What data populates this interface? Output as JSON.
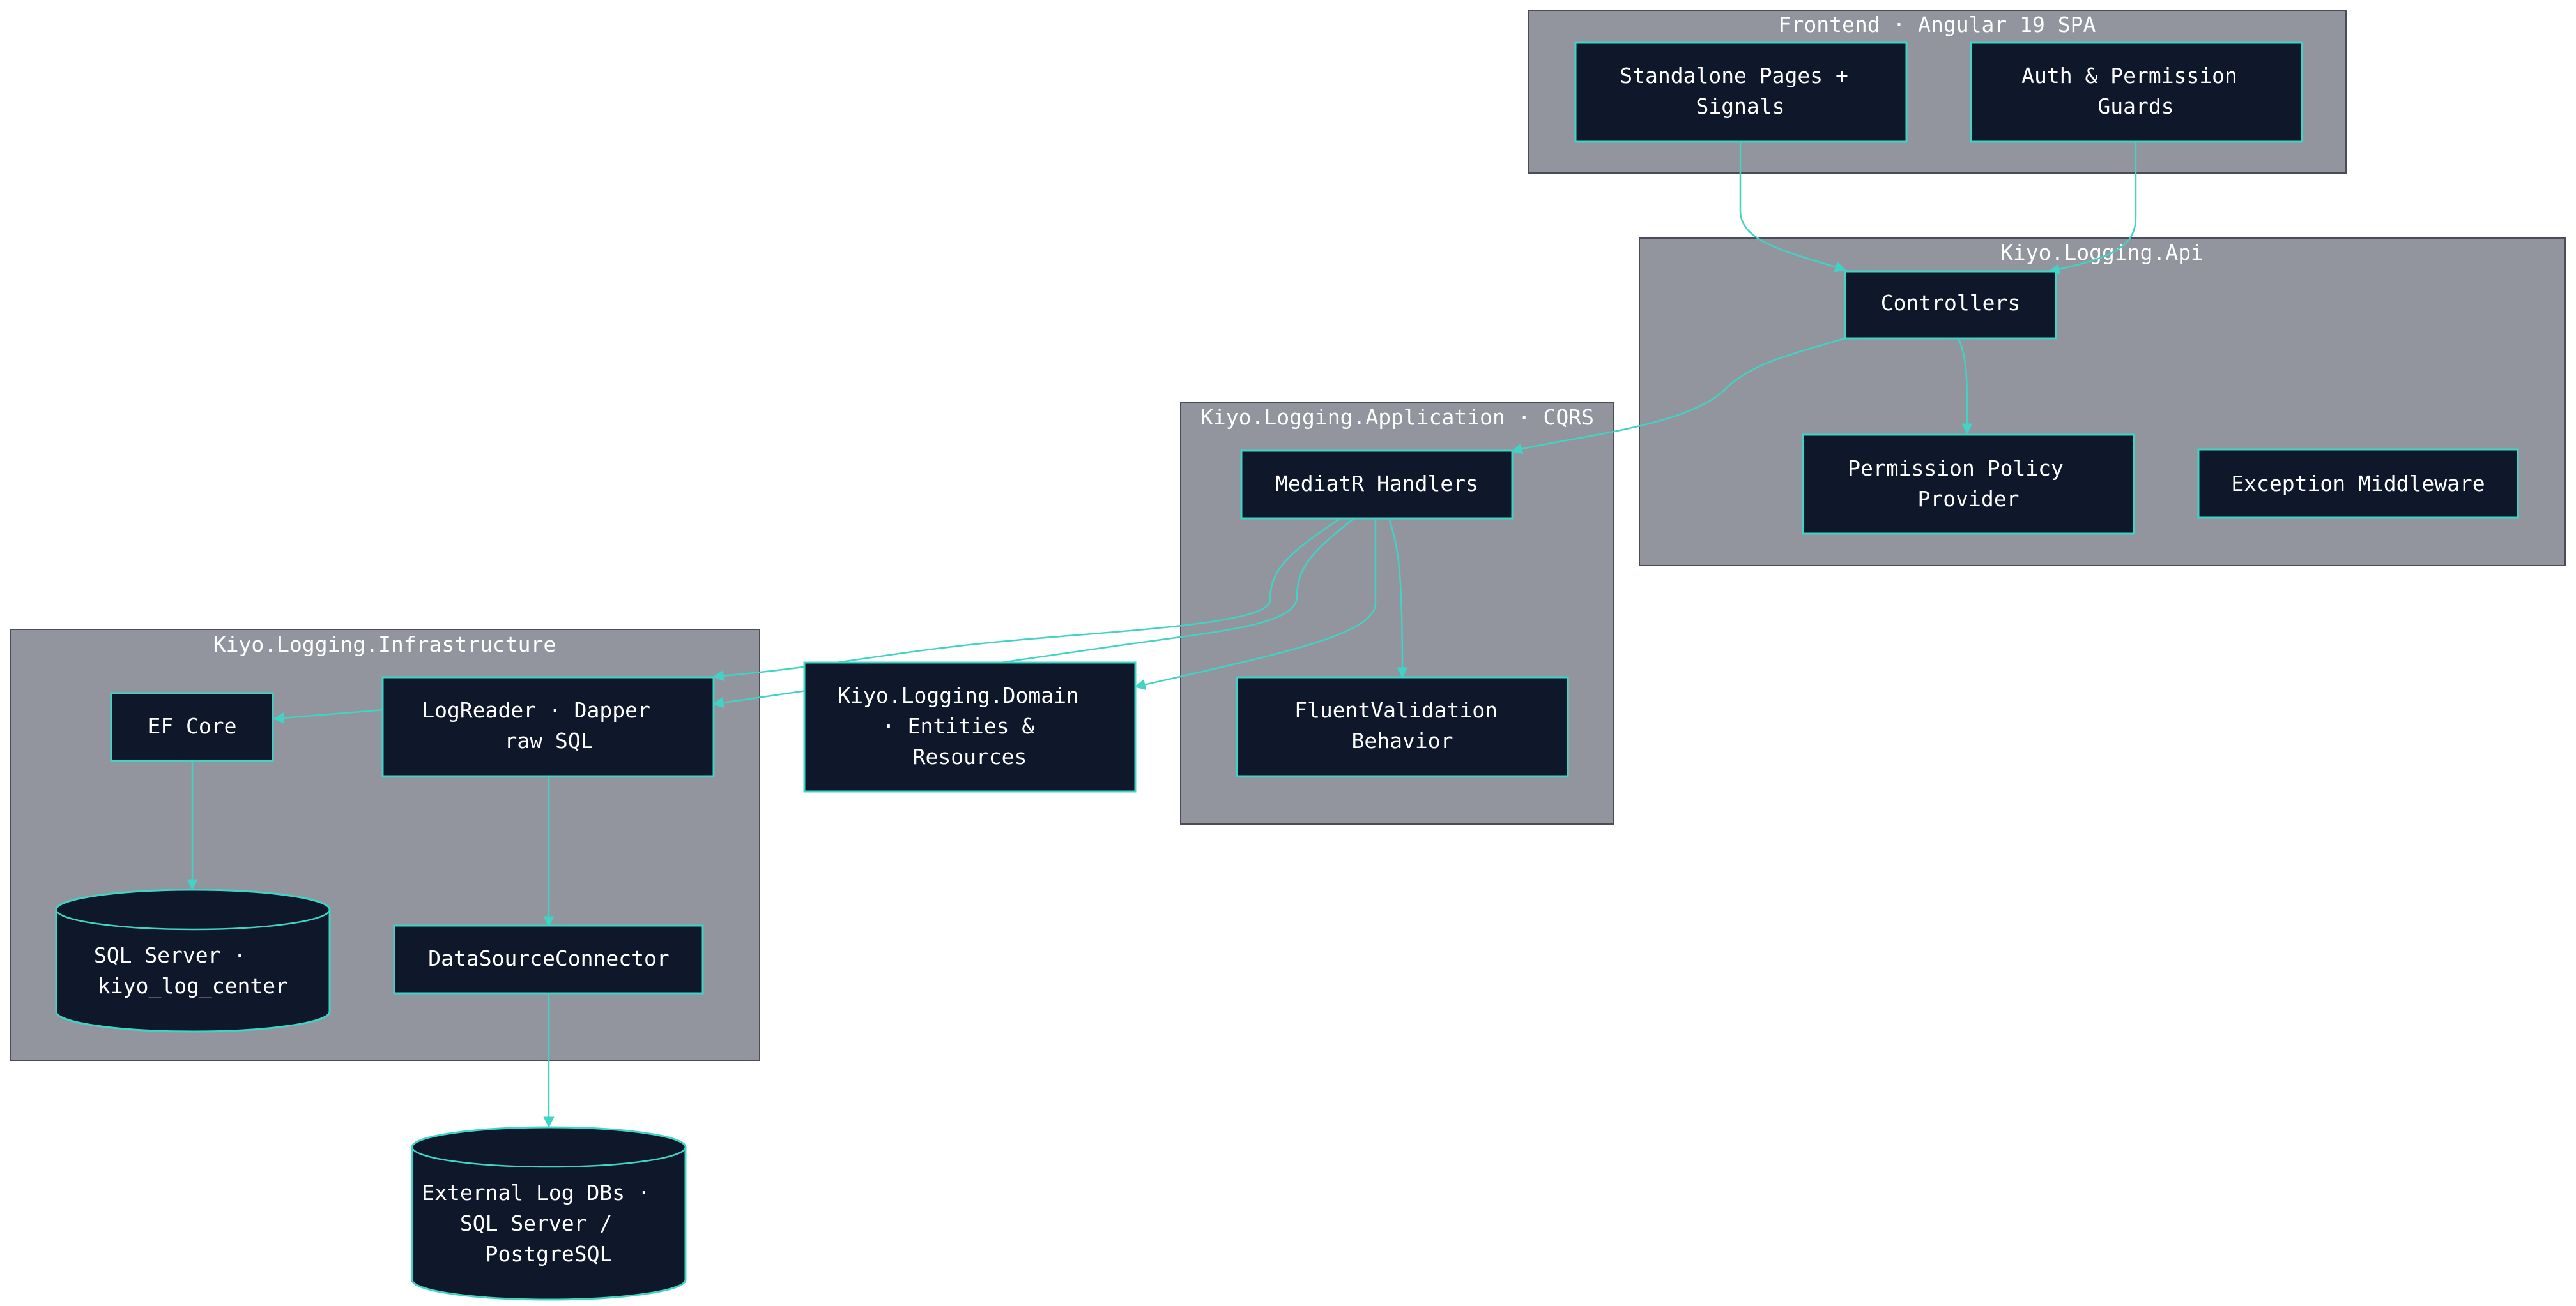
{
  "colors": {
    "cluster_fill": "#93959e",
    "node_fill": "#0f172a",
    "accent": "#3fd4c4",
    "text": "#ffffff"
  },
  "clusters": {
    "frontend": "Frontend · Angular 19 SPA",
    "api": "Kiyo.Logging.Api",
    "application": "Kiyo.Logging.Application · CQRS",
    "infrastructure": "Kiyo.Logging.Infrastructure"
  },
  "nodes": {
    "standalone_pages": [
      "Standalone Pages +",
      "Signals"
    ],
    "auth_guards": [
      "Auth & Permission",
      "Guards"
    ],
    "controllers": [
      "Controllers"
    ],
    "permission_policy": [
      "Permission Policy",
      "Provider"
    ],
    "exception_middleware": [
      "Exception Middleware"
    ],
    "mediatr_handlers": [
      "MediatR Handlers"
    ],
    "fluent_validation": [
      "FluentValidation",
      "Behavior"
    ],
    "domain": [
      "Kiyo.Logging.Domain",
      "· Entities &",
      "Resources"
    ],
    "ef_core": [
      "EF Core"
    ],
    "log_reader": [
      "LogReader · Dapper",
      "raw SQL"
    ],
    "datasource_connector": [
      "DataSourceConnector"
    ],
    "sql_server": [
      "SQL Server ·",
      "kiyo_log_center"
    ],
    "external_dbs": [
      "External Log DBs ·",
      "SQL Server /",
      "PostgreSQL"
    ]
  }
}
